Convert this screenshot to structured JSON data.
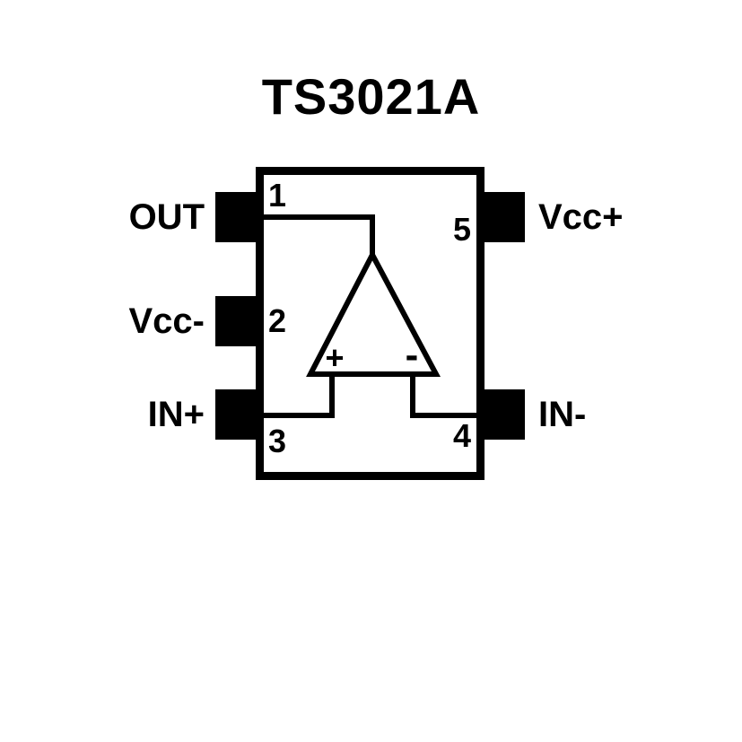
{
  "title": "TS3021A",
  "pins": [
    {
      "number": "1",
      "label": "OUT",
      "side": "left",
      "position": "top"
    },
    {
      "number": "2",
      "label": "Vcc-",
      "side": "left",
      "position": "middle"
    },
    {
      "number": "3",
      "label": "IN+",
      "side": "left",
      "position": "bottom"
    },
    {
      "number": "4",
      "label": "IN-",
      "side": "right",
      "position": "bottom"
    },
    {
      "number": "5",
      "label": "Vcc+",
      "side": "right",
      "position": "top"
    }
  ],
  "opamp": {
    "plus": "+",
    "minus": "-"
  },
  "colors": {
    "foreground": "#000000",
    "background": "#ffffff"
  }
}
